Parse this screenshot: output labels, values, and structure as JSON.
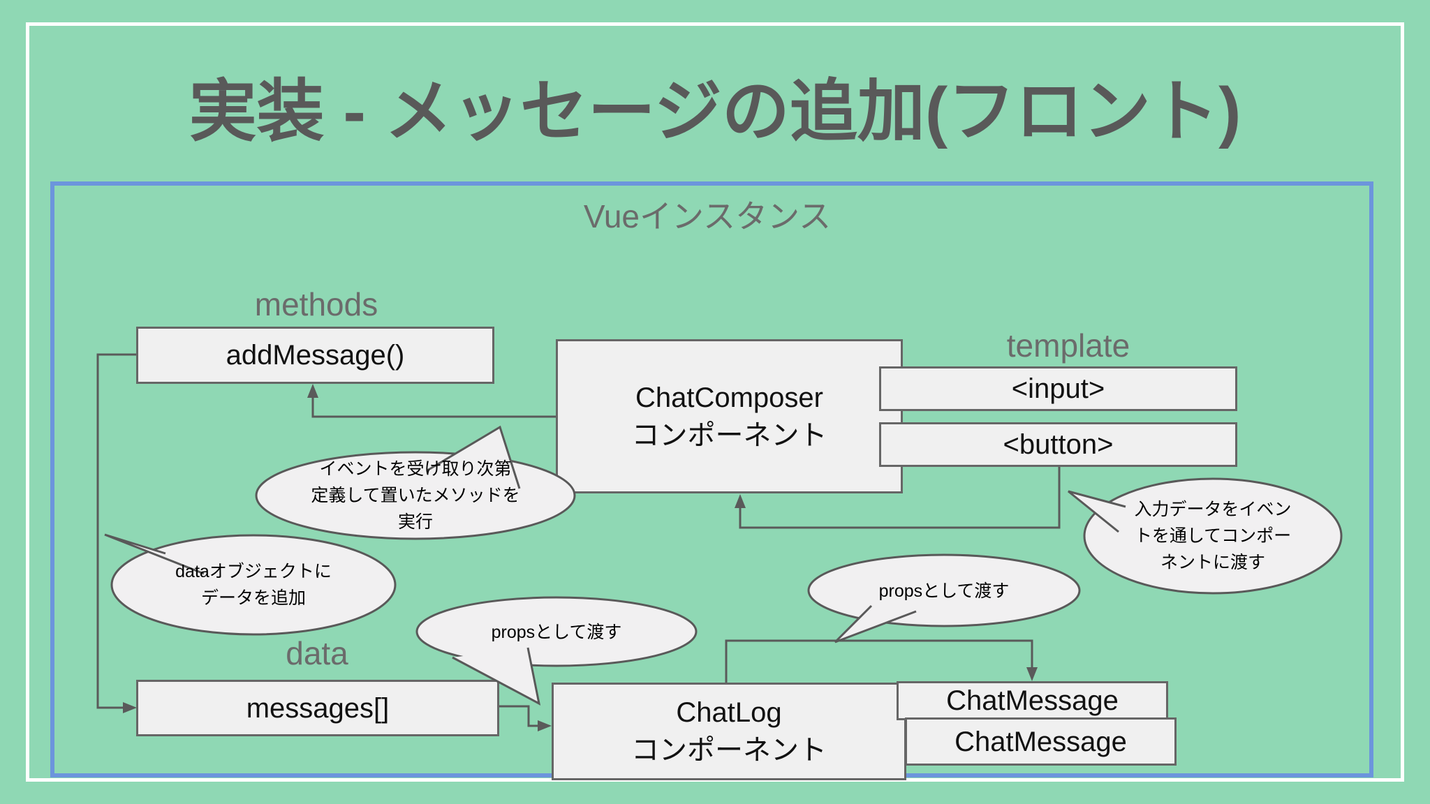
{
  "title": "実装 - メッセージの追加(フロント)",
  "instance_label": "Vueインスタンス",
  "section_labels": {
    "methods": "methods",
    "data": "data",
    "template": "template"
  },
  "nodes": {
    "add_message": "addMessage()",
    "messages": "messages[]",
    "chat_composer": [
      "ChatComposer",
      "コンポーネント"
    ],
    "input_tag": "<input>",
    "button_tag": "<button>",
    "chat_log": [
      "ChatLog",
      "コンポーネント"
    ],
    "chat_message_back": "ChatMessage",
    "chat_message_front": "ChatMessage"
  },
  "bubbles": {
    "run_method": [
      "イベントを受け取り次第",
      "定義して置いたメソッドを",
      "実行"
    ],
    "add_to_data": [
      "dataオブジェクトに",
      "データを追加"
    ],
    "pass_via_event": [
      "入力データをイベン",
      "トを通してコンポー",
      "ネントに渡す"
    ],
    "props_right": "propsとして渡す",
    "props_left": "propsとして渡す"
  },
  "colors": {
    "background": "#8fd8b4",
    "frame": "#ffffff",
    "instance_border": "#6c95dc",
    "node_fill": "#f0f0f0",
    "node_border": "#666666",
    "bubble_fill": "#f1f0f1",
    "bubble_border": "#595959",
    "connector": "#5a5a5a",
    "title_text": "#595959",
    "label_text": "#6b6b6b"
  }
}
